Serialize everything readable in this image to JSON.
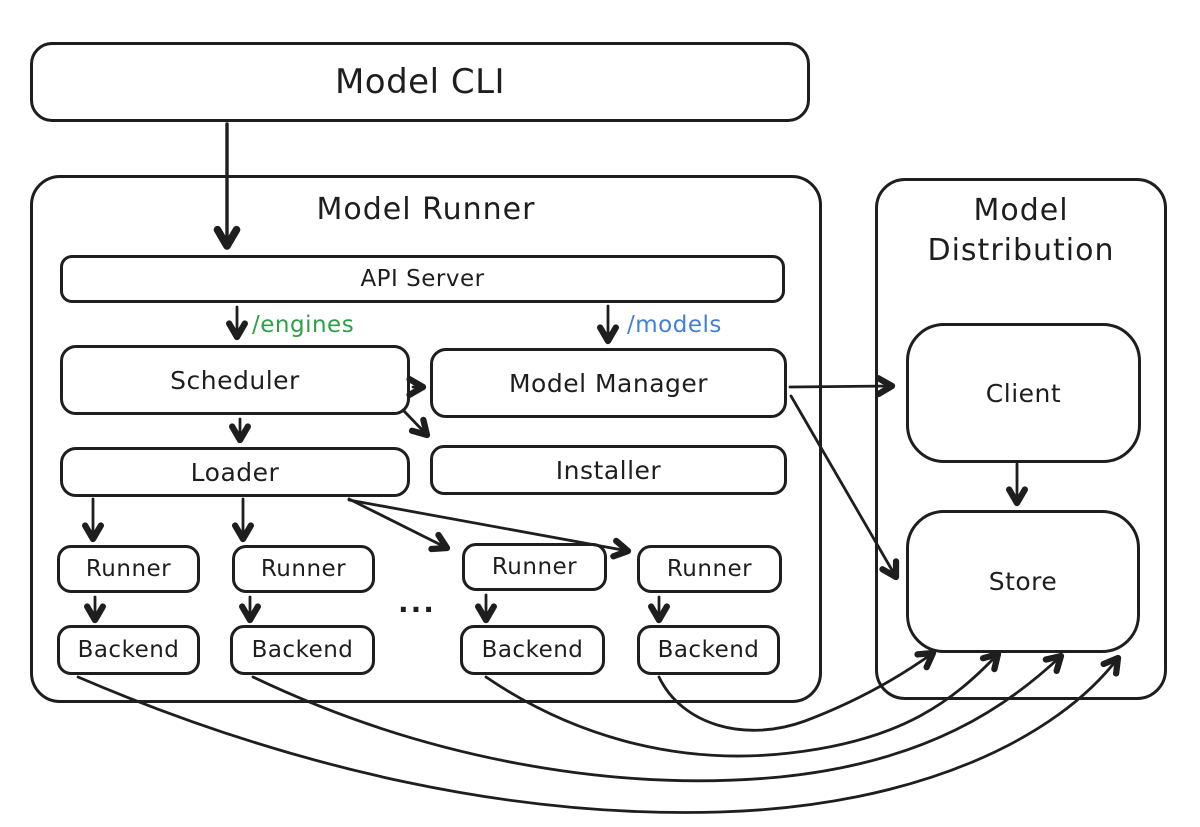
{
  "diagram": {
    "colors": {
      "stroke": "#1e1e1e",
      "background": "#ffffff",
      "engines_label": "#2f9e44",
      "models_label": "#4180d6"
    },
    "nodes": {
      "model_cli": "Model CLI",
      "model_runner_title": "Model Runner",
      "api_server": "API Server",
      "scheduler": "Scheduler",
      "model_manager": "Model Manager",
      "loader": "Loader",
      "installer": "Installer",
      "runner": "Runner",
      "backend": "Backend",
      "ellipsis": "...",
      "model_distribution_title": "Model Distribution",
      "client": "Client",
      "store": "Store"
    },
    "edge_labels": {
      "engines": "/engines",
      "models": "/models"
    },
    "edges": [
      {
        "from": "Model CLI",
        "to": "API Server"
      },
      {
        "from": "API Server",
        "to": "Scheduler",
        "label": "/engines"
      },
      {
        "from": "API Server",
        "to": "Model Manager",
        "label": "/models"
      },
      {
        "from": "Scheduler",
        "to": "Model Manager"
      },
      {
        "from": "Scheduler",
        "to": "Loader"
      },
      {
        "from": "Scheduler",
        "to": "Installer"
      },
      {
        "from": "Loader",
        "to": "Runner",
        "count": 4
      },
      {
        "from": "Runner",
        "to": "Backend",
        "count": 4
      },
      {
        "from": "Model Manager",
        "to": "Client"
      },
      {
        "from": "Model Manager",
        "to": "Store"
      },
      {
        "from": "Client",
        "to": "Store"
      },
      {
        "from": "Backend",
        "to": "Store",
        "count": 4,
        "style": "curved"
      }
    ]
  }
}
